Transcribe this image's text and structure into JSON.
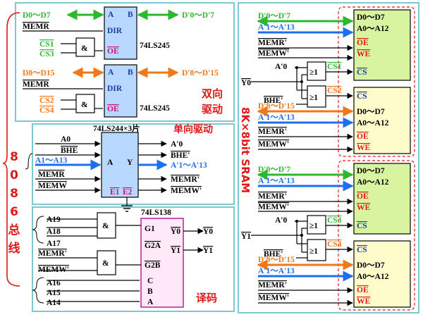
{
  "colors": {
    "green": "#2db82d",
    "orange": "#f07818",
    "blue": "#1e6ef0",
    "red": "#e01818",
    "magenta": "#d01070",
    "panel_border": "#80c8d0",
    "chip_fill_blue": "#b8d8ff",
    "chip_fill_green": "#d8f4a0",
    "chip_fill_yellow": "#fffccc",
    "decoder_fill": "#ffe8f8",
    "decoder_border": "#b01090"
  },
  "left_bus": {
    "chars": [
      "8",
      "0",
      "8",
      "6",
      "总",
      "线"
    ]
  },
  "bidir_driver": {
    "chip_name": "74LS245",
    "title_line1": "双向",
    "title_line2": "驱动",
    "top": {
      "data_in": "D0～D7",
      "data_out": "D'0～D'7",
      "memr": "MEMR",
      "cs_a": "CS1",
      "cs_b": "CS3",
      "pin_a": "A",
      "pin_b": "B",
      "pin_dir": "DIR",
      "pin_oe": "OE",
      "gate": "&"
    },
    "bottom": {
      "data_in": "D8～D15",
      "data_out": "D'8～D'15",
      "memr": "MEMR",
      "cs_a": "CS2",
      "cs_b": "CS4",
      "pin_a": "A",
      "pin_b": "B",
      "pin_dir": "DIR",
      "pin_oe": "OE",
      "gate": "&"
    }
  },
  "unidir_driver": {
    "chip_name": "74LS244×3片",
    "title": "单向驱动",
    "inputs": [
      "A0",
      "BHE",
      "A1～A13",
      "MEMR",
      "MEMW"
    ],
    "outputs": [
      "A'0",
      "BHE'",
      "A'1～A'13",
      "MEMR'",
      "MEMW'"
    ],
    "pin_a": "A",
    "pin_y": "Y",
    "pin_e1": "E1",
    "pin_e2": "E2"
  },
  "decoder": {
    "chip_name": "74LS138",
    "title": "译码",
    "inputs_high": [
      "A19",
      "A18",
      "A17"
    ],
    "inputs_ctrl": [
      "MEMR'",
      "MEMW'"
    ],
    "inputs_low": [
      "A16",
      "A15",
      "A14"
    ],
    "pins": [
      "G1",
      "G2A",
      "G2B",
      "C",
      "B",
      "A"
    ],
    "outputs_inside": [
      "Y0",
      "Y1"
    ],
    "outputs_outside": [
      "Y0",
      "Y1"
    ],
    "gate": "&"
  },
  "sram_panel": {
    "title": "8K×8bit SRAM",
    "group1": {
      "bus_low": "D'0～D'7",
      "addr": "A'1～A'13",
      "memr": "MEMR'",
      "memw": "MEMW'",
      "a0": "A'0",
      "y": "Y0",
      "bhe": "BHE'",
      "bus_high": "D'8～D'15",
      "addr2": "A'1～A'13",
      "memr2": "MEMR'",
      "memw2": "MEMW'",
      "cs_top": "CS1",
      "cs_bot": "CS2",
      "gate": "≥1",
      "chip_top": {
        "l1": "D0～D7",
        "l2": "A0～A12",
        "oe": "OE",
        "we": "WE",
        "cs": "CS"
      },
      "chip_bot": {
        "cs": "CS",
        "l1": "D0～D7",
        "l2": "A0～A12",
        "oe": "OE",
        "we": "WE"
      }
    },
    "group2": {
      "bus_low": "D'0～D'7",
      "addr": "A'1～A'13",
      "memr": "MEMR'",
      "memw": "MEMW'",
      "a0": "A'0",
      "y": "Y1",
      "bhe": "BHE'",
      "bus_high": "D'8～D'15",
      "addr2": "A'1～A'13",
      "memr2": "MEMR'",
      "memw2": "MEMW'",
      "cs_top": "CS3",
      "cs_bot": "CS4",
      "gate": "≥1",
      "chip_top": {
        "l1": "D0～D7",
        "l2": "A0～A12",
        "oe": "OE",
        "we": "WE",
        "cs": "CS"
      },
      "chip_bot": {
        "cs": "CS",
        "l1": "D0～D7",
        "l2": "A0～A12",
        "oe": "OE",
        "we": "WE"
      }
    }
  }
}
